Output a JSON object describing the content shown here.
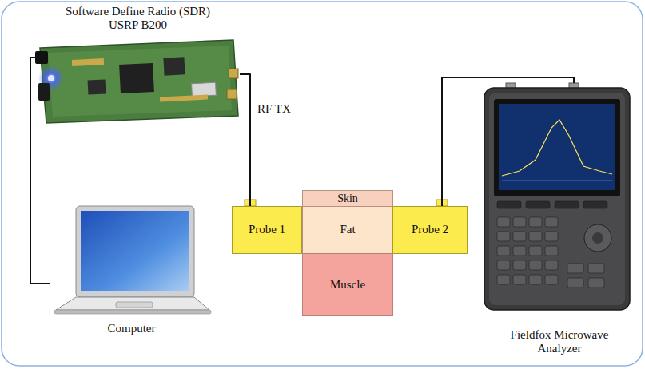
{
  "diagram": {
    "nodes": [
      {
        "text": [
          "Software Define Radio (SDR) USRP B200"
        ]
      },
      {
        "text": [
          "Probe 1"
        ]
      },
      {
        "text": [
          "Skin"
        ]
      },
      {
        "text": [
          "Fat"
        ]
      },
      {
        "text": [
          "Muscle"
        ]
      },
      {
        "text": [
          "Probe 2"
        ]
      },
      {
        "text": [
          "Fieldfox Microwave Analyzer"
        ]
      },
      {
        "text": [
          "Computer"
        ]
      }
    ],
    "edges": [
      {
        "from": 7,
        "to": 0,
        "arrow": "none"
      },
      {
        "from": 0,
        "to": 1,
        "label": "RF TX",
        "arrow": "none"
      },
      {
        "from": 5,
        "to": 6,
        "arrow": "none"
      }
    ]
  }
}
